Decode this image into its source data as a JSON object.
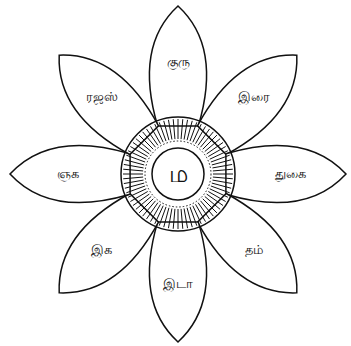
{
  "diagram": {
    "nodes": [
      {
        "text": [
          "ம"
        ]
      },
      {
        "text": [
          "குரு"
        ]
      },
      {
        "text": [
          "இரை"
        ]
      },
      {
        "text": [
          "துகை"
        ]
      },
      {
        "text": [
          "தம்"
        ]
      },
      {
        "text": [
          "இடா"
        ]
      },
      {
        "text": [
          "இக"
        ]
      },
      {
        "text": [
          "ஞக"
        ]
      },
      {
        "text": [
          "ரஜஸ்"
        ]
      }
    ]
  }
}
